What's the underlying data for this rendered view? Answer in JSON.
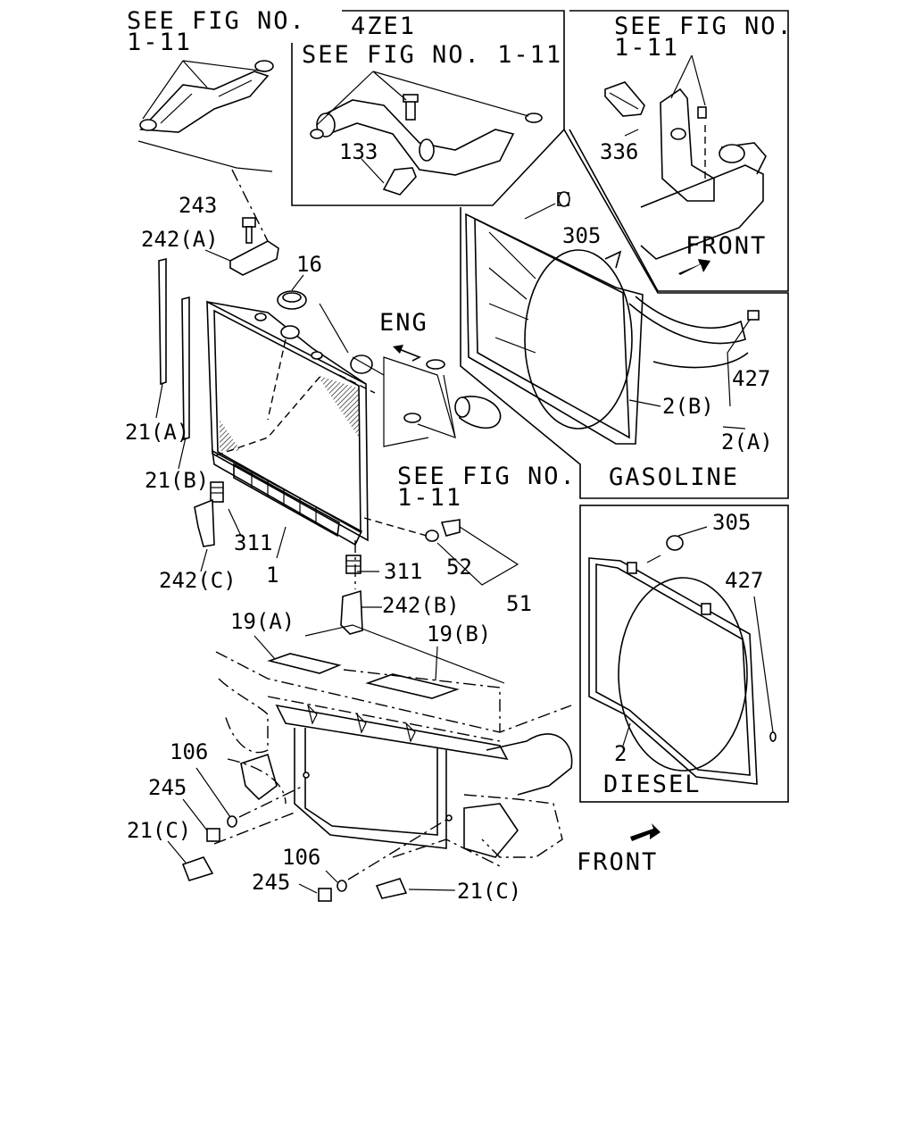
{
  "callouts": {
    "see_fig_tl_1": "SEE FIG NO.",
    "see_fig_tl_2": "1-11",
    "engine_4ze1": "4ZE1",
    "see_fig_4ze1": "SEE FIG NO. 1-11",
    "see_fig_tr_1": "SEE FIG NO.",
    "see_fig_tr_2": "1-11",
    "see_fig_mid_1": "SEE FIG NO.",
    "see_fig_mid_2": "1-11",
    "eng_arrow": "ENG",
    "front_top": "FRONT",
    "front_bottom": "FRONT",
    "gasoline": "GASOLINE",
    "diesel": "DIESEL"
  },
  "parts": {
    "p133": "133",
    "p336": "336",
    "p243": "243",
    "p242a": "242(A)",
    "p16": "16",
    "p305_top": "305",
    "p427_top": "427",
    "p2b": "2(B)",
    "p2a": "2(A)",
    "p21a": "21(A)",
    "p21b": "21(B)",
    "p311_left": "311",
    "p1": "1",
    "p242c": "242(C)",
    "p311_right": "311",
    "p52": "52",
    "p51": "51",
    "p242b": "242(B)",
    "p19a": "19(A)",
    "p19b": "19(B)",
    "p305_bottom": "305",
    "p427_bottom": "427",
    "p2": "2",
    "p106_left": "106",
    "p245_left": "245",
    "p21c_left": "21(C)",
    "p106_bottom": "106",
    "p245_bottom": "245",
    "p21c_bottom": "21(C)"
  }
}
